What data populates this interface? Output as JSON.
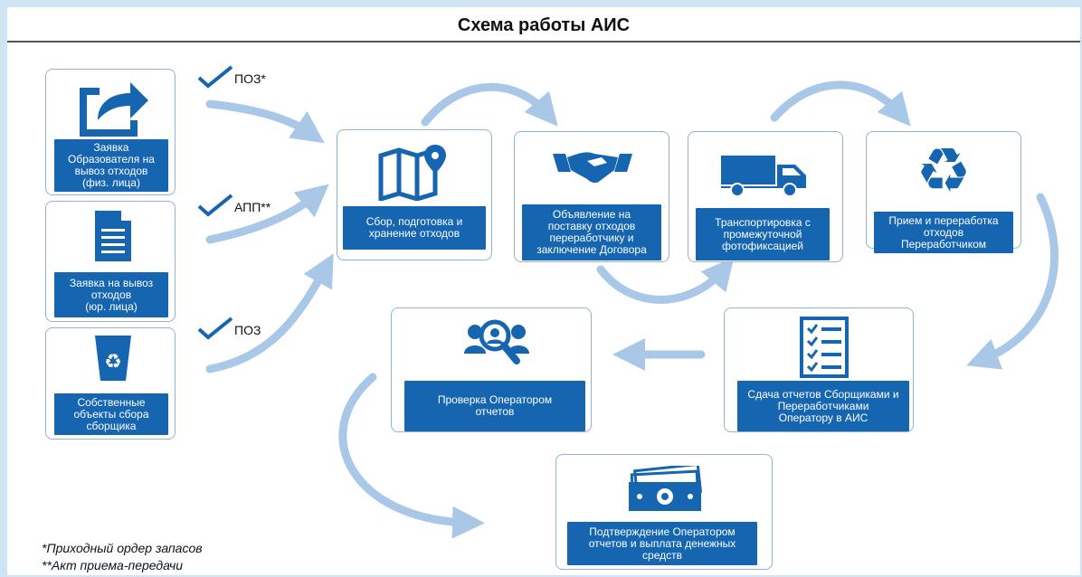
{
  "title": "Схема работы АИС",
  "colors": {
    "primary": "#1565b0",
    "arrow": "#a9c8e8",
    "border": "#8fb3d6"
  },
  "inputs": [
    {
      "label": "Заявка\nОбразователя на\nвывоз отходов\n(физ. лица)",
      "icon": "share-arrow-icon"
    },
    {
      "label": "Заявка на вывоз\nотходов\n(юр. лица)",
      "icon": "document-icon"
    },
    {
      "label": "Собственные\nобъекты сбора\nсборщика",
      "icon": "recycle-bin-icon"
    }
  ],
  "connectors": [
    "ПОЗ*",
    "АПП**",
    "ПОЗ"
  ],
  "steps": [
    {
      "label": "Сбор, подготовка и\nхранение отходов",
      "icon": "map-pin-icon"
    },
    {
      "label": "Объявление на\nпоставку отходов\nпереработчику и\nзаключение Договора",
      "icon": "handshake-icon"
    },
    {
      "label": "Транспортировка с\nпромежуточной\nфотофиксацией",
      "icon": "truck-icon"
    },
    {
      "label": "Прием и переработка\nотходов\nПереработчиком",
      "icon": "recycle-icon"
    },
    {
      "label": "Сдача отчетов Сборщиками и\nПереработчиками\nОператору в АИС",
      "icon": "checklist-icon"
    },
    {
      "label": "Проверка Оператором\nотчетов",
      "icon": "team-search-icon"
    },
    {
      "label": "Подтверждение Оператором\nотчетов и выплата денежных\nсредств",
      "icon": "money-icon"
    }
  ],
  "notes": [
    "*Приходный ордер запасов",
    "**Акт приема-передачи"
  ]
}
